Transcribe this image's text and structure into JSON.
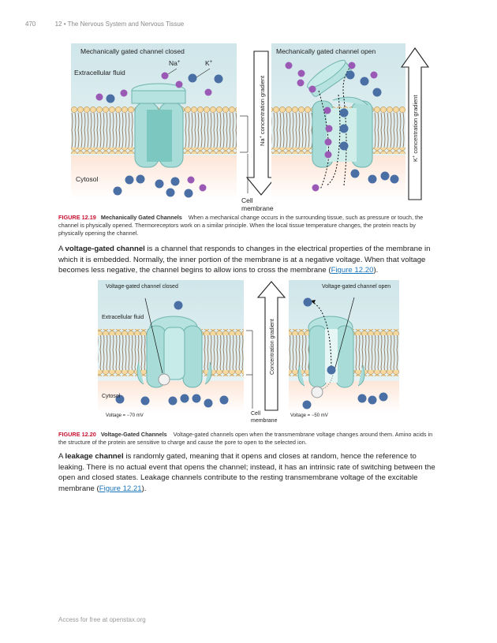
{
  "header": {
    "page_number": "470",
    "chapter": "12 • The Nervous System and Nervous Tissue"
  },
  "fig1": {
    "panel_closed_title": "Mechanically gated channel closed",
    "panel_open_title": "Mechanically gated channel open",
    "na_label": "Na",
    "na_sup": "+",
    "k_label": "K",
    "k_sup": "+",
    "extracellular_label": "Extracellular fluid",
    "cytosol_label": "Cytosol",
    "cell_membrane_line1": "Cell",
    "cell_membrane_line2": "membrane",
    "na_gradient_prefix": "Na",
    "na_gradient_text": " concentration gradient",
    "k_gradient_prefix": "K",
    "k_gradient_text": " concentration gradient"
  },
  "caption1": {
    "label": "FIGURE 12.19",
    "title": "Mechanically Gated Channels",
    "text": "When a mechanical change occurs in the surrounding tissue, such as pressure or touch, the channel is physically opened. Thermoreceptors work on a similar principle. When the local tissue temperature changes, the protein reacts by physically opening the channel."
  },
  "para1": {
    "lead": "A ",
    "term": "voltage-gated channel",
    "body": " is a channel that responds to changes in the electrical properties of the membrane in which it is embedded. Normally, the inner portion of the membrane is at a negative voltage. When that voltage becomes less negative, the channel begins to allow ions to cross the membrane (",
    "link": "Figure 12.20",
    "tail": ")."
  },
  "fig2": {
    "panel_closed_title": "Voltage-gated channel closed",
    "panel_open_title": "Voltage-gated channel open",
    "extracellular_label": "Extracellular fluid",
    "cytosol_label": "Cytosol",
    "voltage_closed": "Voltage = −70 mV",
    "voltage_open": "Voltage = −50 mV",
    "gradient_label": "Concentration gradient",
    "cell_membrane_line1": "Cell",
    "cell_membrane_line2": "membrane"
  },
  "caption2": {
    "label": "FIGURE 12.20",
    "title": "Voltage-Gated Channels",
    "text": "Voltage-gated channels open when the transmembrane voltage changes around them. Amino acids in the structure of the protein are sensitive to charge and cause the pore to open to the selected ion."
  },
  "para2": {
    "lead": "A ",
    "term": "leakage channel",
    "body": " is randomly gated, meaning that it opens and closes at random, hence the reference to leaking. There is no actual event that opens the channel; instead, it has an intrinsic rate of switching between the open and closed states. Leakage channels contribute to the resting transmembrane voltage of the excitable membrane (",
    "link": "Figure 12.21",
    "tail": ")."
  },
  "footer": {
    "text": "Access for free at openstax.org"
  },
  "colors": {
    "accent_red": "#c8102e",
    "link_blue": "#1a75bb",
    "na_ion": "#9b59b6",
    "k_ion": "#4a6fa5",
    "channel": "#a8dcd8"
  }
}
